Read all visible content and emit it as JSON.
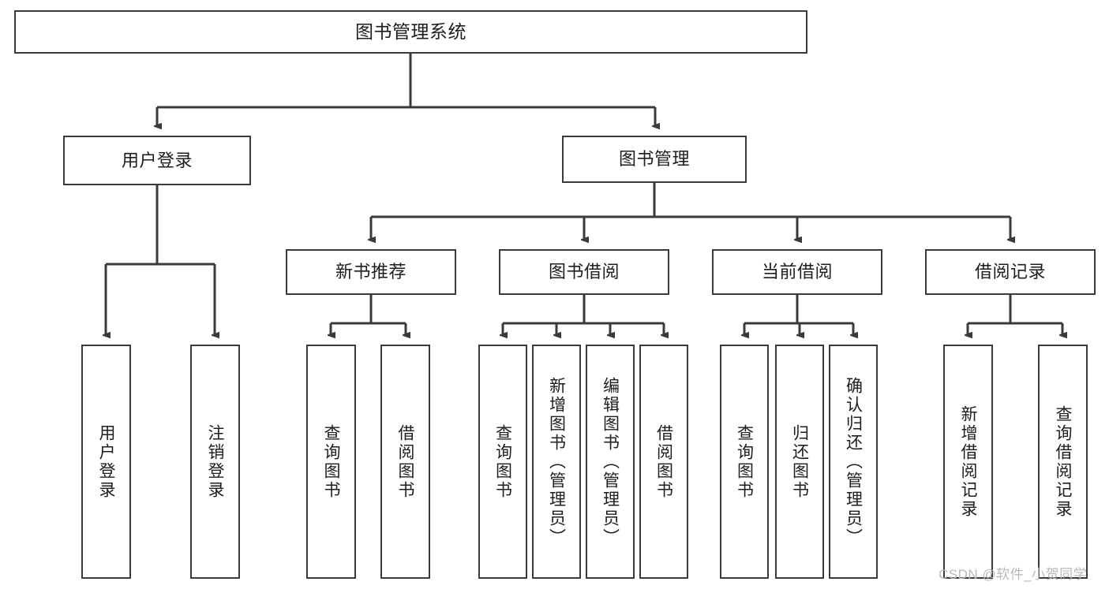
{
  "diagram": {
    "title": "图书管理系统",
    "type": "功能结构图",
    "stroke_color": "#3a3a3a",
    "text_color": "#1d1d1d",
    "background_color": "#ffffff"
  },
  "nodes": {
    "root": {
      "label": "图书管理系统"
    },
    "level2": [
      {
        "label": "用户登录"
      },
      {
        "label": "图书管理"
      }
    ],
    "level3": [
      {
        "label": "新书推荐"
      },
      {
        "label": "图书借阅"
      },
      {
        "label": "当前借阅"
      },
      {
        "label": "借阅记录"
      }
    ],
    "leaves": {
      "user_login": [
        {
          "label": "用户登录"
        },
        {
          "label": "注销登录"
        }
      ],
      "new_book_recommend": [
        {
          "label": "查询图书"
        },
        {
          "label": "借阅图书"
        }
      ],
      "book_borrow": [
        {
          "label": "查询图书"
        },
        {
          "label": "新增图书（管理员）"
        },
        {
          "label": "编辑图书（管理员）"
        },
        {
          "label": "借阅图书"
        }
      ],
      "current_borrow": [
        {
          "label": "查询图书"
        },
        {
          "label": "归还图书"
        },
        {
          "label": "确认归还（管理员）"
        }
      ],
      "borrow_record": [
        {
          "label": "新增借阅记录"
        },
        {
          "label": "查询借阅记录"
        }
      ]
    }
  },
  "watermark": {
    "text": "CSDN @软件_小贺同学"
  }
}
